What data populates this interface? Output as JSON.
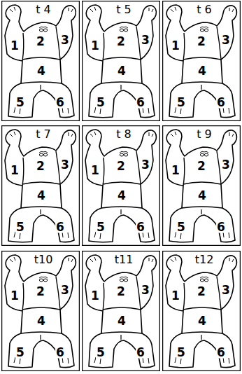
{
  "diagram": {
    "labels": [
      "t 4",
      "1",
      "2",
      "3",
      "4",
      "5",
      "6",
      "t 5",
      "1",
      "2",
      "3",
      "4",
      "5",
      "6",
      "t 6",
      "1",
      "2",
      "3",
      "4",
      "5",
      "6",
      "t 7",
      "1",
      "2",
      "3",
      "4",
      "5",
      "6",
      "t 8",
      "1",
      "2",
      "3",
      "4",
      "5",
      "6",
      "t 9",
      "1",
      "2",
      "3",
      "4",
      "5",
      "6",
      "t10",
      "1",
      "2",
      "3",
      "4",
      "5",
      "6",
      "t11",
      "1",
      "2",
      "3",
      "4",
      "5",
      "6",
      "t12",
      "1",
      "2",
      "3",
      "4",
      "5",
      "6"
    ]
  }
}
